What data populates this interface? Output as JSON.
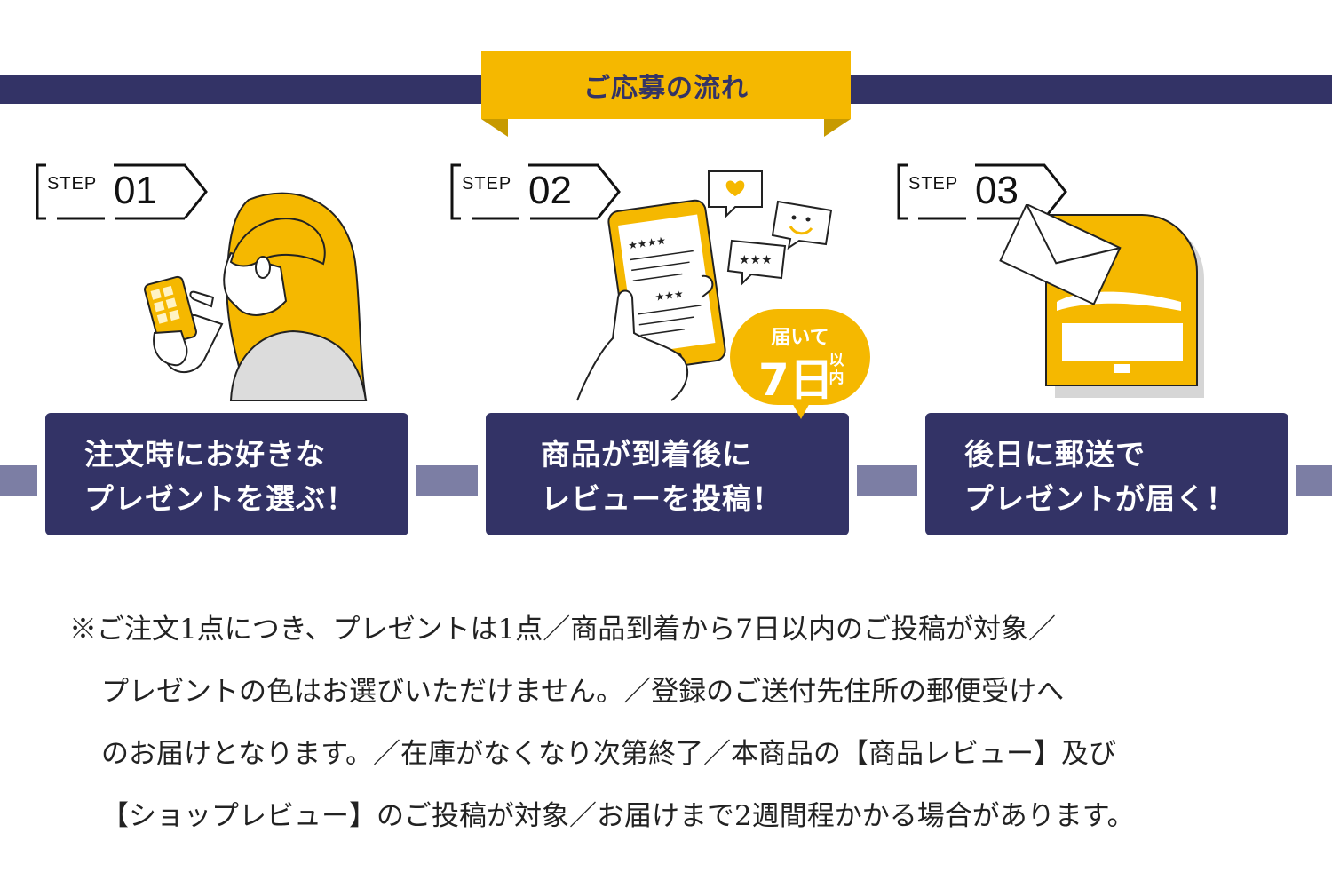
{
  "header": {
    "title": "ご応募の流れ"
  },
  "steps": [
    {
      "label": "STEP",
      "number": "01",
      "lines": [
        "注文時にお好きな",
        "プレゼントを選ぶ！"
      ]
    },
    {
      "label": "STEP",
      "number": "02",
      "lines": [
        "商品が到着後に",
        "レビューを投稿！"
      ]
    },
    {
      "label": "STEP",
      "number": "03",
      "lines": [
        "後日に郵送で",
        "プレゼントが届く！"
      ]
    }
  ],
  "badge": {
    "top": "届いて",
    "number": "7日",
    "side": "以内"
  },
  "notes": [
    "※ご注文1点につき、プレゼントは1点／商品到着から7日以内のご投稿が対象／",
    "プレゼントの色はお選びいただけません。／登録のご送付先住所の郵便受けへ",
    "のお届けとなります。／在庫がなくなり次第終了／本商品の【商品レビュー】及び",
    "【ショップレビュー】のご投稿が対象／お届けまで2週間程かかる場合があります。"
  ],
  "colors": {
    "navy": "#333366",
    "yellow": "#f5b800",
    "connector": "#7c7ea4"
  },
  "icons": [
    "woman-with-phone-icon",
    "phone-review-icon",
    "mailbox-envelope-icon"
  ]
}
